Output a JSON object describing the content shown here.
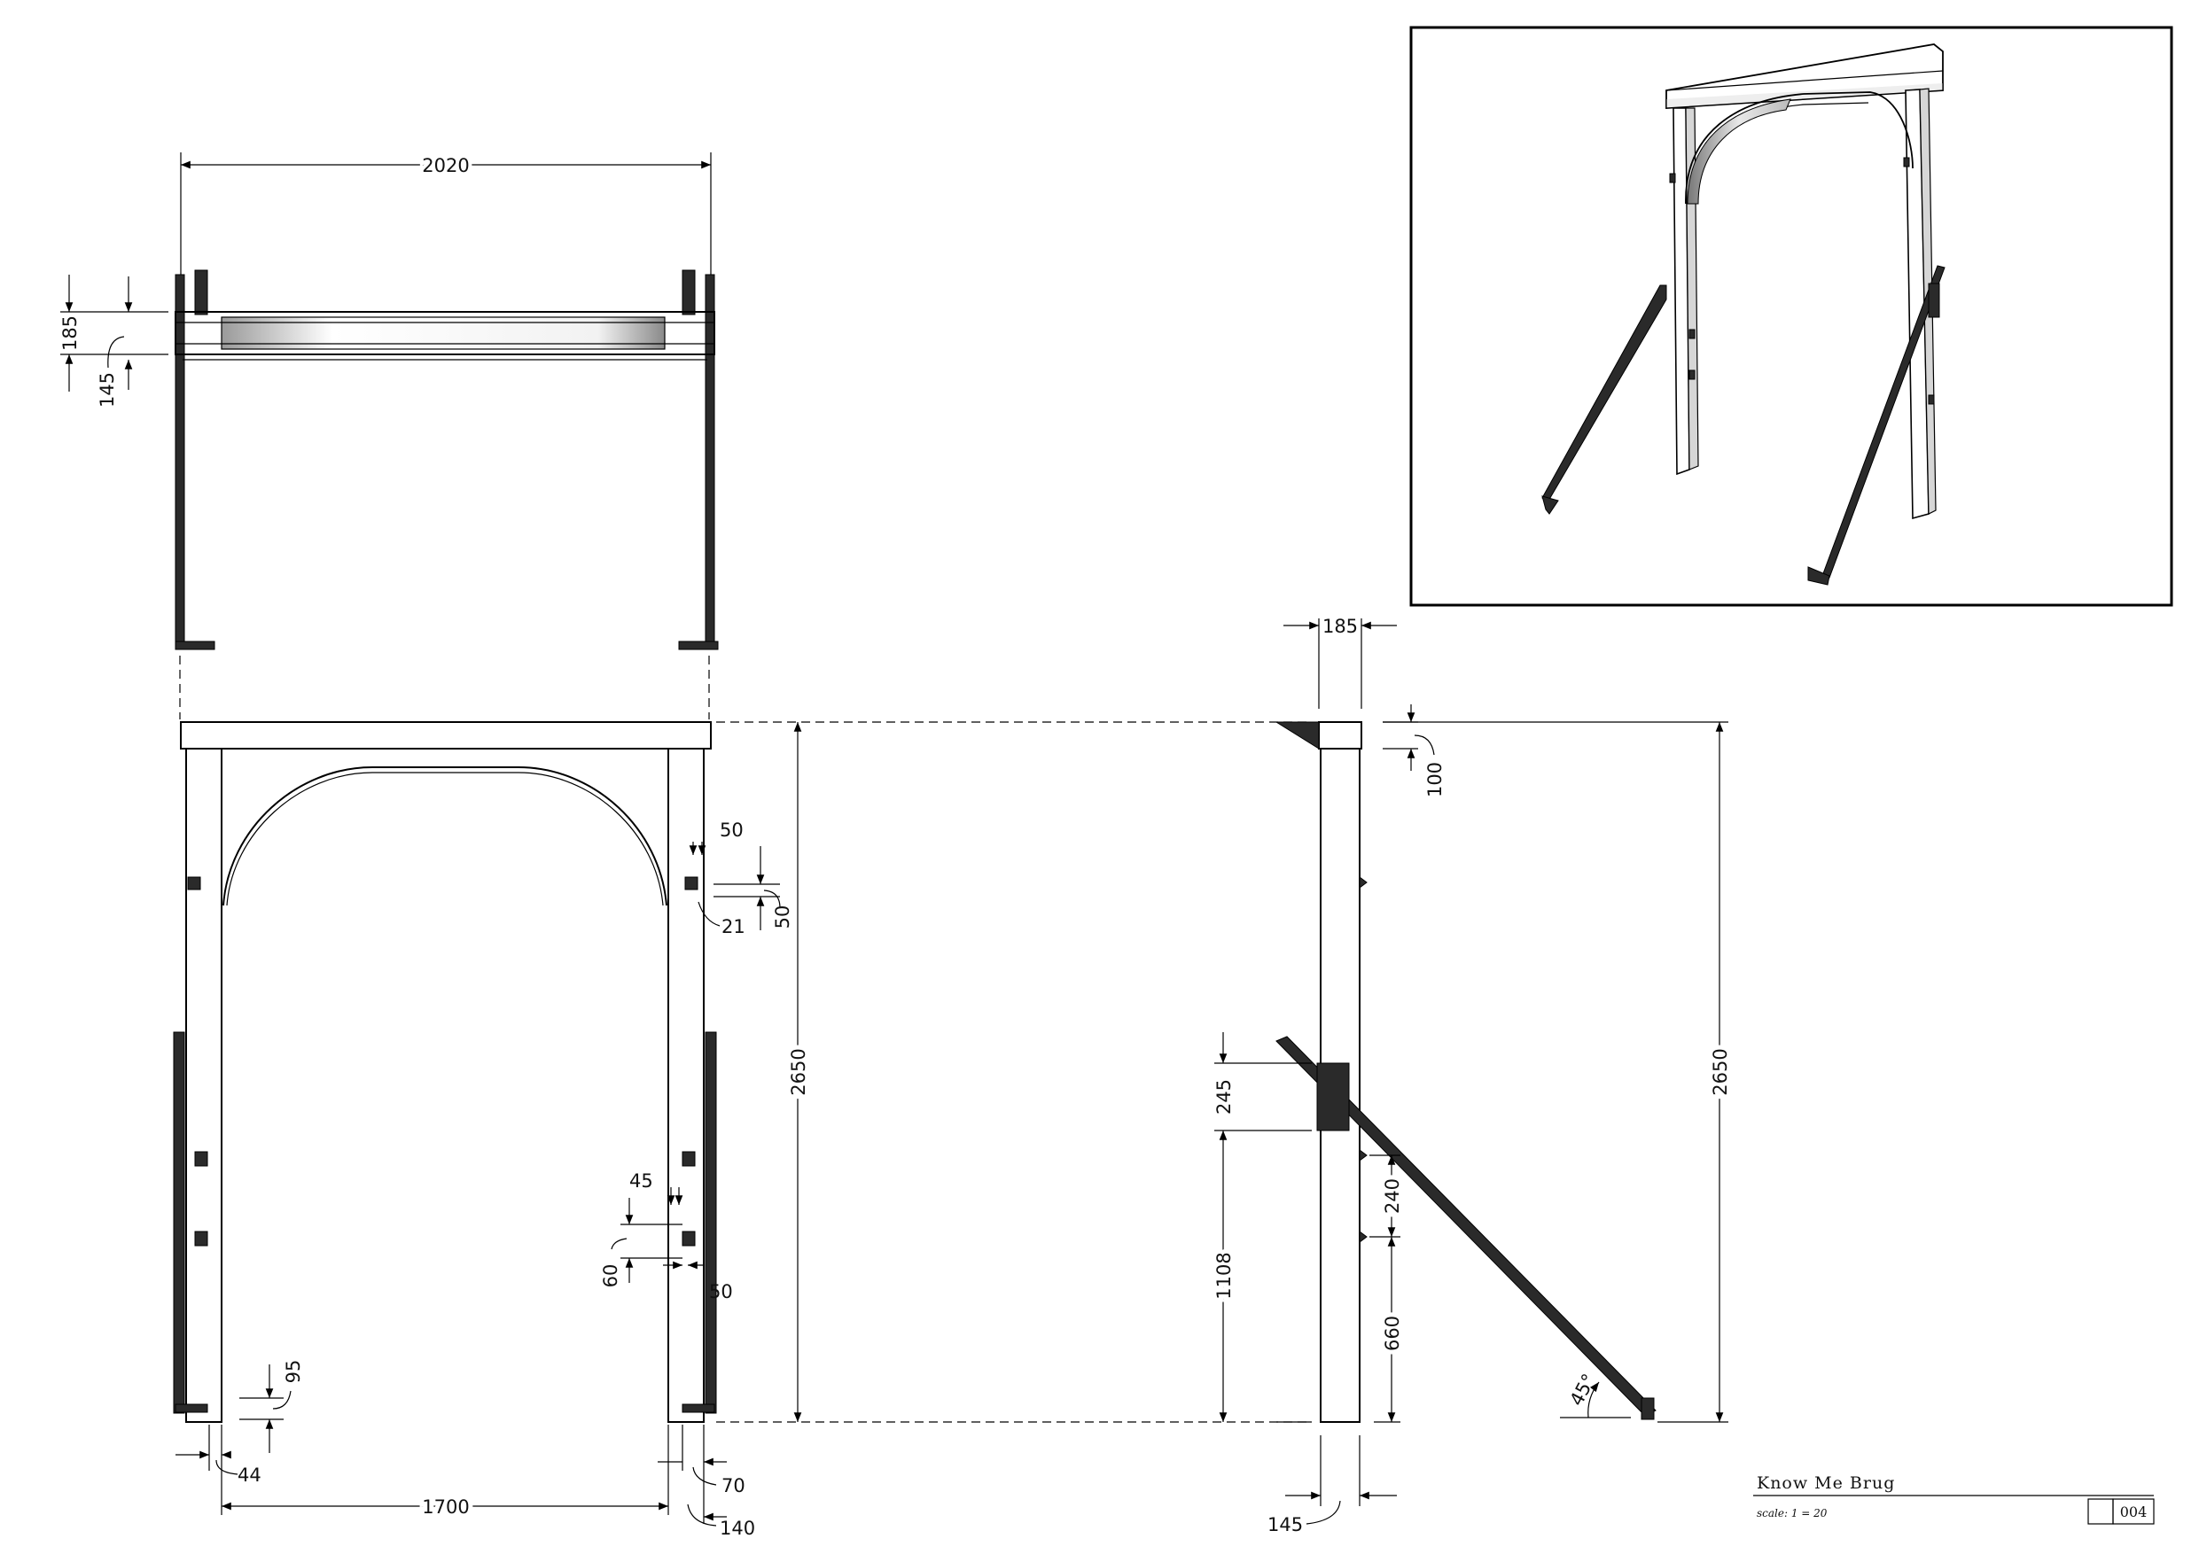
{
  "drawing": {
    "front_dims": {
      "overall_width": "2020",
      "inner_width": "1700",
      "post_edge": "44",
      "bracket_offset": "70",
      "post_width": "140",
      "foot": "95",
      "height": "2650",
      "beam_depth": "185",
      "beam_inner": "145",
      "arch_gap": "50",
      "arch_block": "50",
      "arch_end": "21",
      "mid_a": "45",
      "mid_b": "60",
      "mid_c": "50"
    },
    "side_dims": {
      "top_width": "185",
      "top_depth": "100",
      "height": "2650",
      "plate": "245",
      "lower": "1108",
      "gap": "240",
      "brace_foot": "660",
      "angle": "45°",
      "post_width": "145"
    }
  },
  "title_block": {
    "title": "Know Me Brug",
    "scale": "scale: 1 = 20",
    "sheet": "004"
  }
}
